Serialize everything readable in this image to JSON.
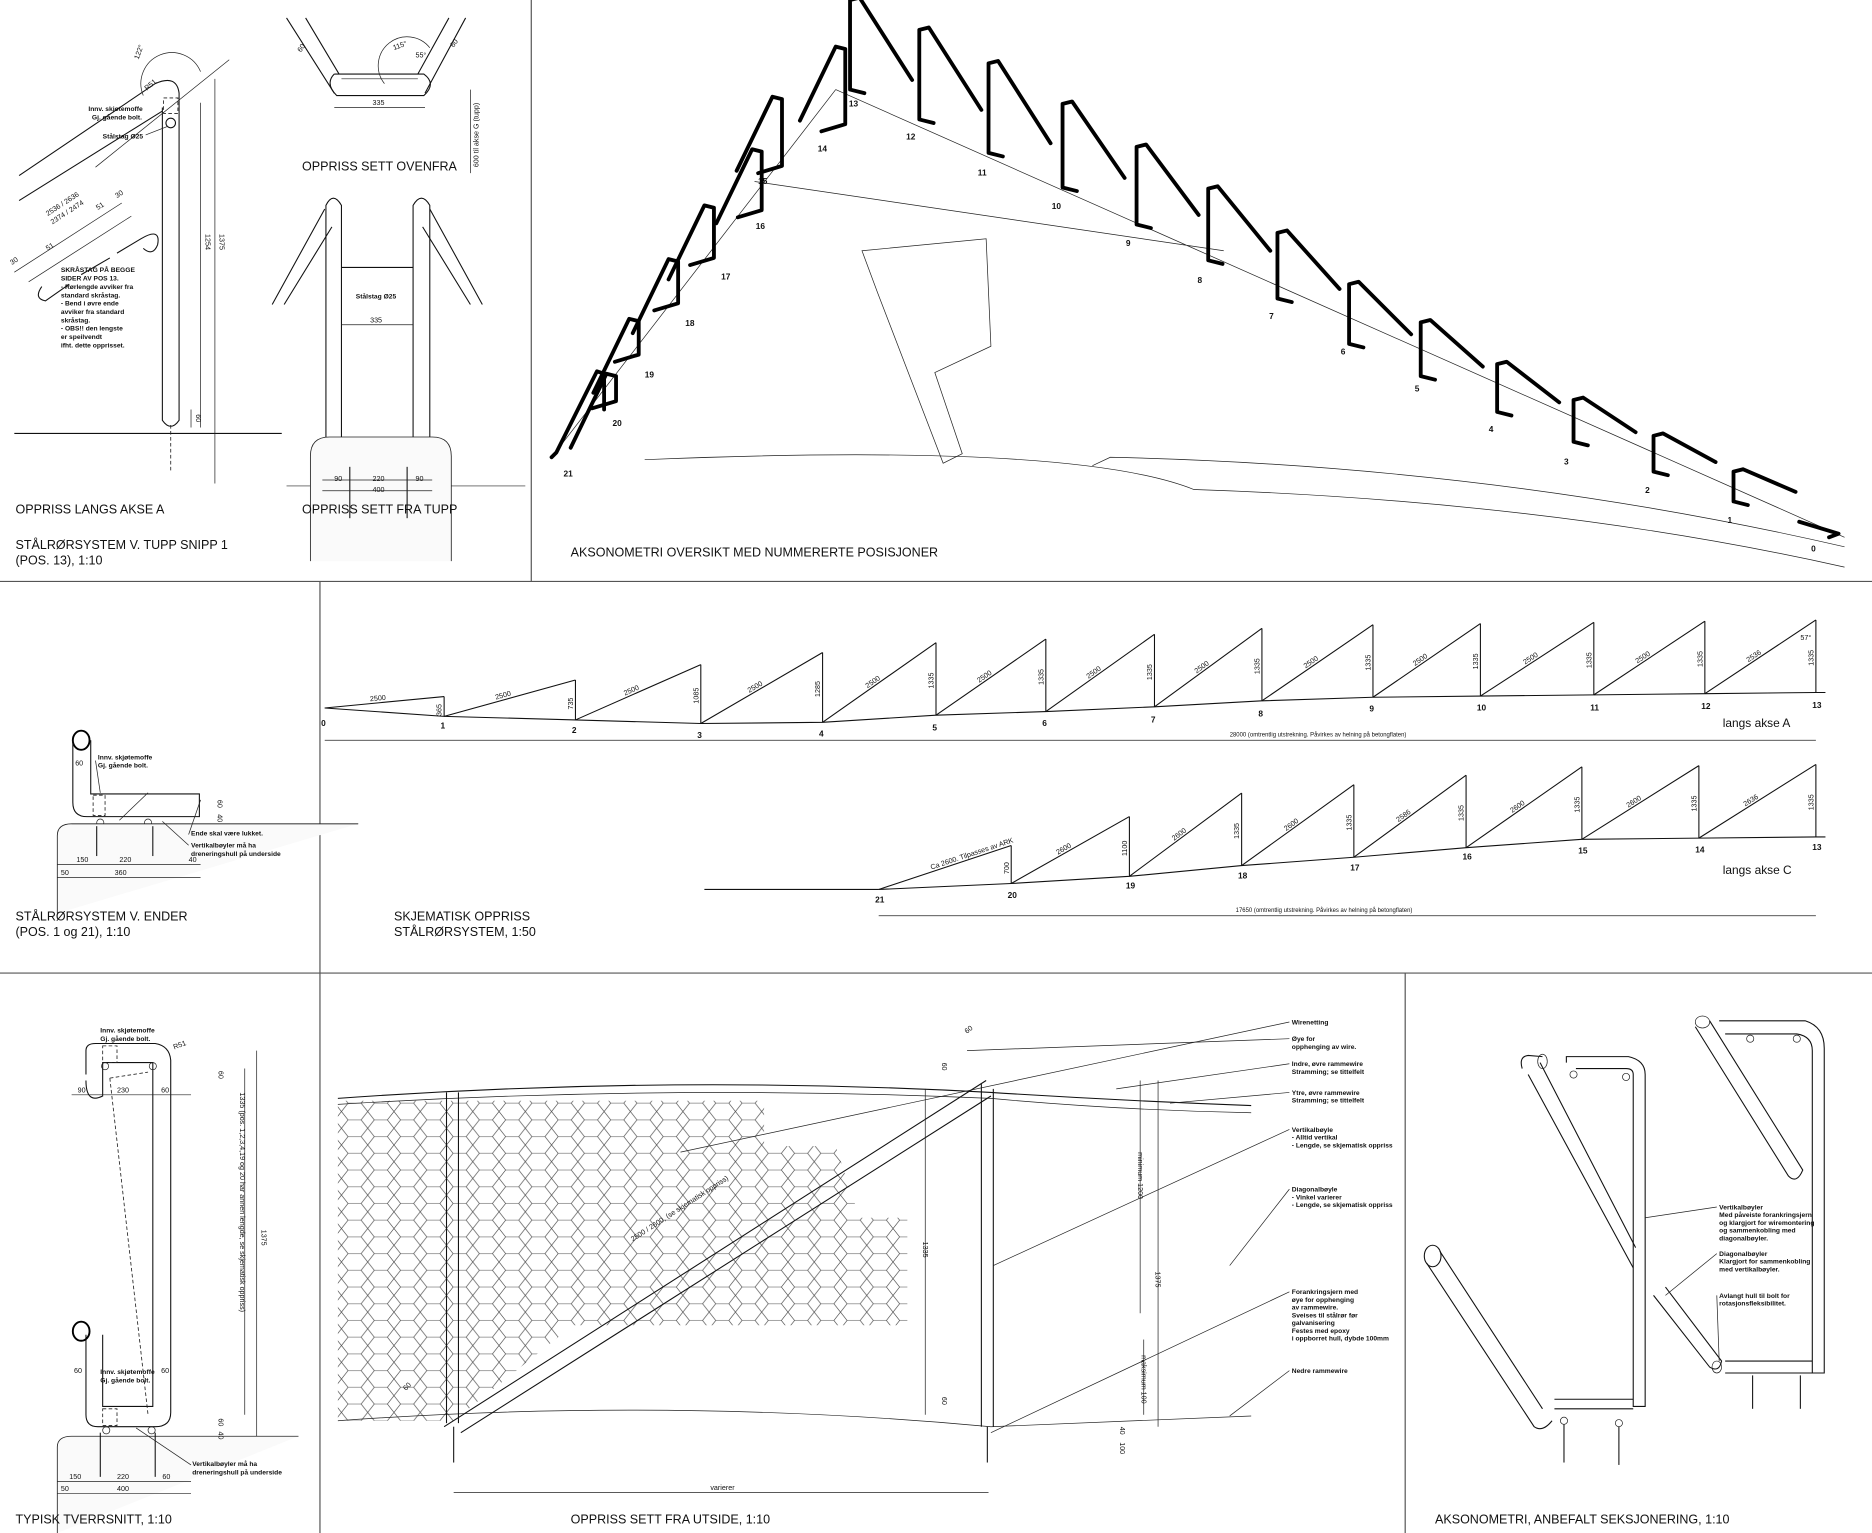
{
  "tupp": {
    "title_line1": "STÅLRØRSYSTEM V. TUPP SNIPP 1",
    "title_line2": "(POS. 13), 1:10",
    "view_a": {
      "title": "OPPRISS LANGS AKSE A",
      "angle": "122°",
      "radius": "R51",
      "note_sleeve_1": "Innv. skjøtemoffe",
      "note_sleeve_2": "Gj. gående bolt.",
      "note_rod": "Stålstag Ø25",
      "dim_total": "1375",
      "dim_inner": "1254",
      "dim_bottom": "60",
      "dim_len_1": "2536 / 2636",
      "dim_len_2": "2374 / 2474",
      "dim_51a": "51",
      "dim_30a": "30",
      "dim_51b": "51",
      "dim_30b": "30",
      "note_lines": [
        "SKRÅSTAG PÅ BEGGE",
        "SIDER AV POS 13.",
        "- Rørlengde avviker fra",
        "standard skråstag.",
        "- Bend i øvre ende",
        "avviker fra standard",
        "skråstag.",
        "- OBS!! den lengste",
        "er speilvendt",
        "ifht. dette opprisset."
      ]
    },
    "view_top": {
      "title": "OPPRISS SETT OVENFRA",
      "dim_60a": "60",
      "dim_60b": "60",
      "angle_115": "115°",
      "angle_55": "55°",
      "dim_335": "335",
      "dim_600": "600 til akse G (tupp)"
    },
    "view_tip": {
      "title": "OPPRISS SETT FRA TUPP",
      "note_rod": "Stålstag Ø25",
      "dim_335": "335",
      "dim_90a": "90",
      "dim_220": "220",
      "dim_90b": "90",
      "dim_400": "400"
    }
  },
  "axonometry": {
    "title": "AKSONOMETRI OVERSIKT MED NUMMERERTE POSISJONER",
    "positions": [
      "0",
      "1",
      "2",
      "3",
      "4",
      "5",
      "6",
      "7",
      "8",
      "9",
      "10",
      "11",
      "12",
      "13",
      "14",
      "15",
      "16",
      "17",
      "18",
      "19",
      "20",
      "21"
    ]
  },
  "ender": {
    "title_line1": "STÅLRØRSYSTEM V. ENDER",
    "title_line2": "(POS. 1 og 21), 1:10",
    "note_sleeve_1": "Innv. skjøtemoffe",
    "note_sleeve_2": "Gj. gående bolt.",
    "note_end": "Ende skal være lukket.",
    "note_drain_1": "Vertikalbøyler må ha",
    "note_drain_2": "dreneringshull på underside",
    "dim_60": "60",
    "dim_60v": "60",
    "dim_40v": "40",
    "dim_150": "150",
    "dim_220": "220",
    "dim_40": "40",
    "dim_50": "50",
    "dim_360": "360"
  },
  "schematic": {
    "title_line1": "SKJEMATISK OPPRISS",
    "title_line2": "STÅLRØRSYSTEM, 1:50",
    "axis_a": {
      "label": "langs akse A",
      "positions": [
        "0",
        "1",
        "2",
        "3",
        "4",
        "5",
        "6",
        "7",
        "8",
        "9",
        "10",
        "11",
        "12",
        "13"
      ],
      "diagonals": [
        "2500",
        "2500",
        "2500",
        "2500",
        "2500",
        "2500",
        "2500",
        "2500",
        "2500",
        "2500",
        "2500",
        "2500",
        "2536"
      ],
      "verticals": [
        "365",
        "735",
        "1085",
        "1285",
        "1335",
        "1335",
        "1335",
        "1335",
        "1335",
        "1335",
        "1335",
        "1335",
        "1335"
      ],
      "angle": "57°",
      "overall": "28000   (omtrentlig utstrekning. Påvirkes av helning på betongflaten)"
    },
    "axis_c": {
      "label": "langs akse C",
      "positions": [
        "21",
        "20",
        "19",
        "18",
        "17",
        "16",
        "15",
        "14",
        "13"
      ],
      "diagonals": [
        "Ca 2600. Tilpasses av ARK",
        "2600",
        "2600",
        "2600",
        "2586",
        "2600",
        "2600",
        "2636"
      ],
      "verticals": [
        "700",
        "1100",
        "1335",
        "1335",
        "1335",
        "1335",
        "1335",
        "1335"
      ],
      "overall": "17650   (omtrentlig utstrekning. Påvirkes av helning på betongflaten)"
    }
  },
  "tverrsnitt": {
    "title": "TYPISK TVERRSNITT, 1:10",
    "note_top_1": "Innv. skjøtemoffe",
    "note_top_2": "Gj. gående bolt.",
    "note_bot_1": "Innv. skjøtemoffe",
    "note_bot_2": "Gj. gående bolt.",
    "note_drain_1": "Vertikalbøyler må ha",
    "note_drain_2": "dreneringshull på underside",
    "radius": "R51",
    "dim_60_top": "60",
    "dim_90": "90",
    "dim_230": "230",
    "dim_60_right": "60",
    "dim_1335": "1335   (pos. 1,2,3,4,19 og 20 har annen lengde, se skjematisk oppriss)",
    "dim_1375": "1375",
    "dim_60_left_low": "60",
    "dim_60_right_low": "60",
    "dim_60_bot": "60",
    "dim_40_bot": "40",
    "dim_150": "150",
    "dim_220": "220",
    "dim_60_b": "60",
    "dim_50": "50",
    "dim_400": "400"
  },
  "utside": {
    "title": "OPPRISS SETT FRA UTSIDE, 1:10",
    "labels": [
      [
        "Wirenetting"
      ],
      [
        "Øye for",
        "opphenging av wire."
      ],
      [
        "Indre, øvre rammewire",
        "Stramming; se tittelfelt"
      ],
      [
        "Ytre, øvre rammewire",
        "Stramming; se tittelfelt"
      ],
      [
        "Vertikalbøyle",
        "- Alltid vertikal",
        "- Lengde, se skjematisk oppriss"
      ],
      [
        "Diagonalbøyle",
        "- Vinkel varierer",
        "- Lengde, se skjematisk oppriss"
      ],
      [
        "Forankringsjern med",
        "øye for opphenging",
        "av rammewire.",
        "Sveises til stålrør før",
        "galvanisering",
        "Festes med epoxy",
        "i oppborret hull, dybde 100mm"
      ],
      [
        "Nedre rammewire"
      ]
    ],
    "dim_60_top": "60",
    "dim_60_eye": "60",
    "dim_diag": "2500 / 2600, (se skjematisk oppriss)",
    "dim_1335": "1335",
    "dim_min": "minimum 1200",
    "dim_1375": "1375",
    "dim_max": "maksimum 100",
    "dim_60_low": "60",
    "dim_60_angle": "60",
    "dim_40": "40",
    "dim_100": "100",
    "dim_varierer": "varierer"
  },
  "seksjonering": {
    "title": "AKSONOMETRI, ANBEFALT SEKSJONERING, 1:10",
    "labels": [
      [
        "Vertikalbøyler",
        "Med påveiste forankringsjern",
        "og klargjort for wiremontering",
        "og sammenkobling med",
        "diagonalbøyler."
      ],
      [
        "Diagonalbøyler",
        "Klargjort for sammenkobling",
        "med vertikalbøyler."
      ],
      [
        "Avlangt hull til bolt for",
        "rotasjonsfleksibilitet."
      ]
    ]
  }
}
